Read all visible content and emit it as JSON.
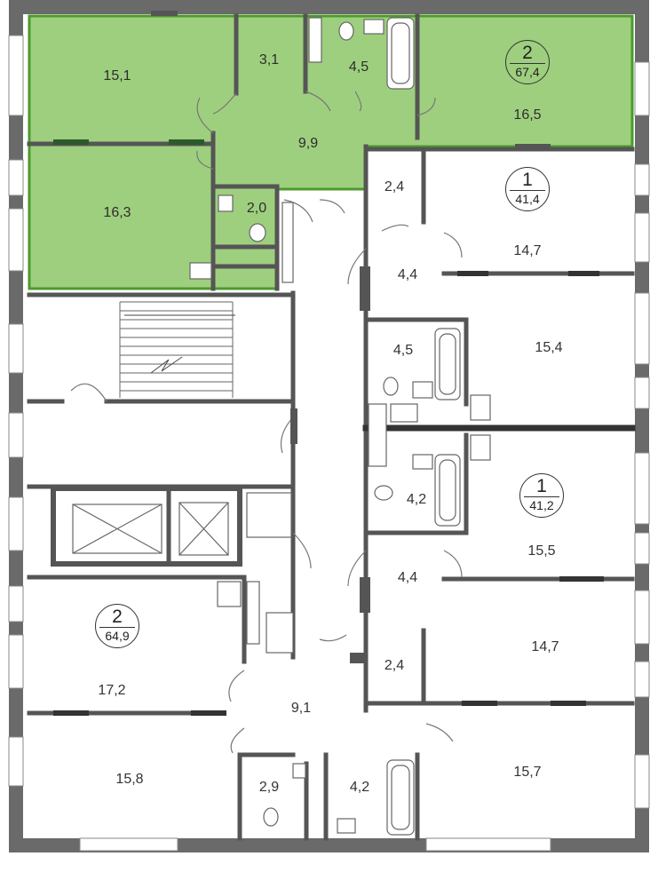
{
  "colors": {
    "highlight": "#9ecf7e",
    "highlight_stroke": "#4c9a2c",
    "wall": "#555555",
    "outer_wall": "#6a6a6a",
    "text": "#333333"
  },
  "apartments": [
    {
      "id": "apt-top-left",
      "rooms": "2",
      "area": "67,4",
      "highlighted": true
    },
    {
      "id": "apt-upper-right",
      "rooms": "1",
      "area": "41,4",
      "highlighted": false
    },
    {
      "id": "apt-middle-right",
      "rooms": "1",
      "area": "41,2",
      "highlighted": false
    },
    {
      "id": "apt-bottom-left",
      "rooms": "2",
      "area": "64,9",
      "highlighted": false
    }
  ],
  "room_areas": {
    "hl_room_a": "15,1",
    "hl_room_b": "3,1",
    "hl_bath": "4,5",
    "hl_room_c": "16,5",
    "hl_hall": "9,9",
    "hl_room_d": "16,3",
    "hl_wc": "2,0",
    "ur_closet": "2,4",
    "ur_room": "14,7",
    "ur_hall": "4,4",
    "ur_bath": "4,5",
    "ur_room2": "15,4",
    "mr_bath": "4,2",
    "mr_room": "15,5",
    "mr_hall": "4,4",
    "mr_closet": "2,4",
    "lr_room": "14,7",
    "bl_room": "17,2",
    "bl_hall": "9,1",
    "bl_room2": "15,8",
    "bl_wc": "2,9",
    "bl_bath": "4,2",
    "br_room": "15,7"
  }
}
